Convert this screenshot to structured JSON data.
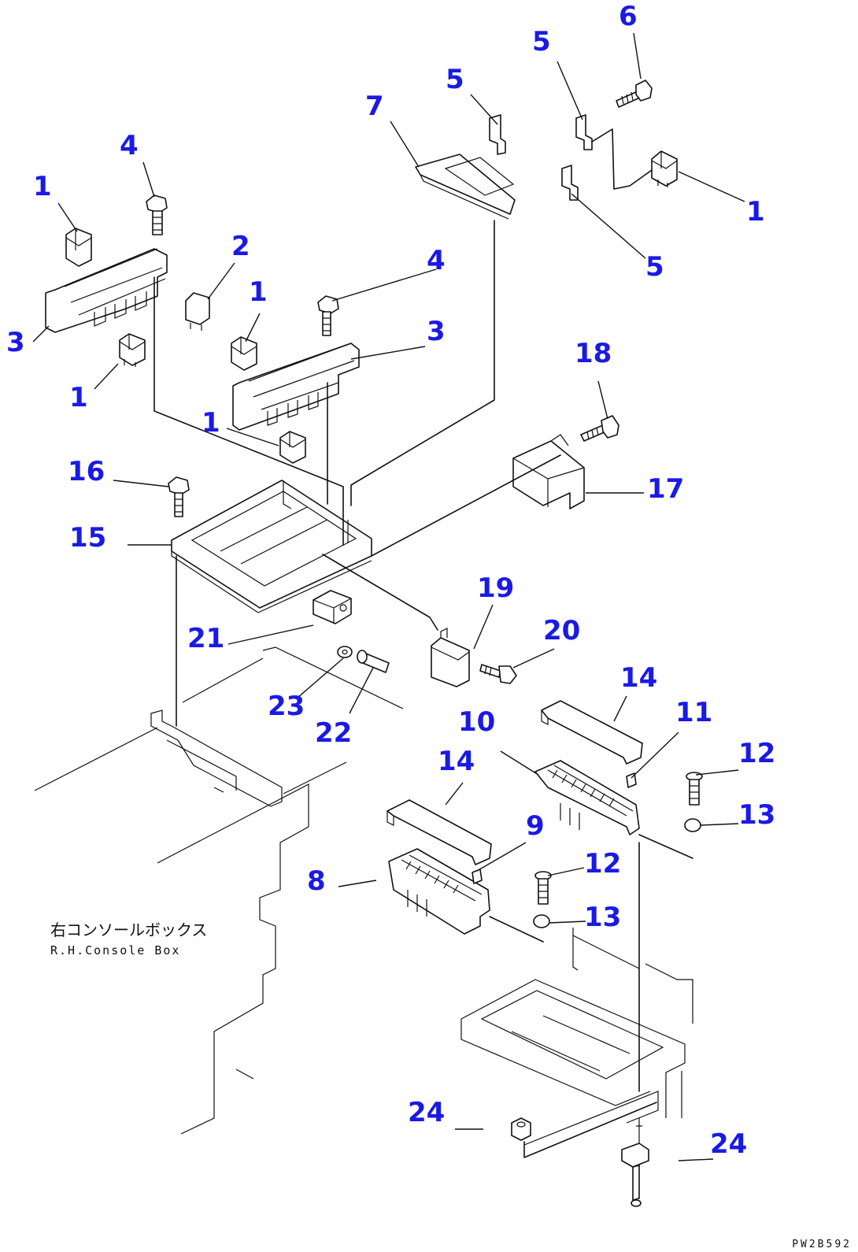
{
  "diagram": {
    "caption_jp": "右コンソールボックス",
    "caption_en": "R.H.Console Box",
    "drawing_code": "PW2B592",
    "callout_color": "#1a1ae6",
    "callouts": [
      {
        "id": "c6",
        "label": "6"
      },
      {
        "id": "c5a",
        "label": "5"
      },
      {
        "id": "c5b",
        "label": "5"
      },
      {
        "id": "c7",
        "label": "7"
      },
      {
        "id": "c1a",
        "label": "1"
      },
      {
        "id": "c5c",
        "label": "5"
      },
      {
        "id": "c4a",
        "label": "4"
      },
      {
        "id": "c1b",
        "label": "1"
      },
      {
        "id": "c2",
        "label": "2"
      },
      {
        "id": "c4b",
        "label": "4"
      },
      {
        "id": "c1c",
        "label": "1"
      },
      {
        "id": "c3a",
        "label": "3"
      },
      {
        "id": "c3b",
        "label": "3"
      },
      {
        "id": "c1d",
        "label": "1"
      },
      {
        "id": "c18",
        "label": "18"
      },
      {
        "id": "c1e",
        "label": "1"
      },
      {
        "id": "c16",
        "label": "16"
      },
      {
        "id": "c17",
        "label": "17"
      },
      {
        "id": "c15",
        "label": "15"
      },
      {
        "id": "c19",
        "label": "19"
      },
      {
        "id": "c20",
        "label": "20"
      },
      {
        "id": "c21",
        "label": "21"
      },
      {
        "id": "c14a",
        "label": "14"
      },
      {
        "id": "c23",
        "label": "23"
      },
      {
        "id": "c11",
        "label": "11"
      },
      {
        "id": "c10",
        "label": "10"
      },
      {
        "id": "c22",
        "label": "22"
      },
      {
        "id": "c12a",
        "label": "12"
      },
      {
        "id": "c14b",
        "label": "14"
      },
      {
        "id": "c13a",
        "label": "13"
      },
      {
        "id": "c9",
        "label": "9"
      },
      {
        "id": "c12b",
        "label": "12"
      },
      {
        "id": "c8",
        "label": "8"
      },
      {
        "id": "c13b",
        "label": "13"
      },
      {
        "id": "c24a",
        "label": "24"
      },
      {
        "id": "c24b",
        "label": "24"
      }
    ]
  }
}
